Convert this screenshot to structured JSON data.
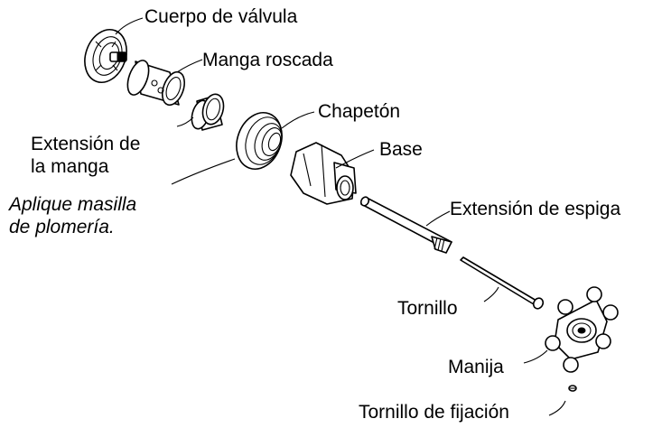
{
  "labels": {
    "valve_body": "Cuerpo de válvula",
    "threaded_sleeve": "Manga roscada",
    "sleeve_extension_line1": "Extensión de",
    "sleeve_extension_line2": "la manga",
    "escutcheon": "Chapetón",
    "base": "Base",
    "plumbers_putty_line1": "Aplique masilla",
    "plumbers_putty_line2": "de plomería.",
    "stem_extension": "Extensión de espiga",
    "screw": "Tornillo",
    "handle": "Manija",
    "set_screw": "Tornillo de fijación"
  },
  "colors": {
    "line": "#000000",
    "background": "#ffffff"
  }
}
